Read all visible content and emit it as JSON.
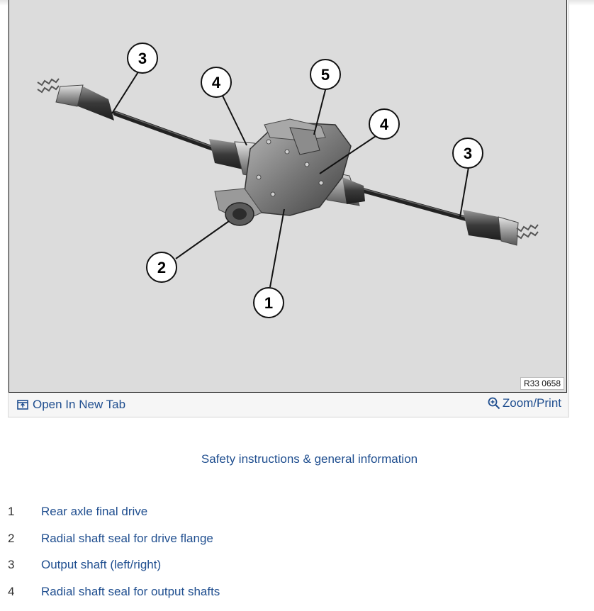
{
  "figure": {
    "reference_code": "R33 0658",
    "callouts": [
      "3",
      "4",
      "5",
      "4",
      "3",
      "2",
      "1"
    ]
  },
  "actions": {
    "open_new_tab": "Open In New Tab",
    "zoom_print": "Zoom/Print",
    "open_new_tab_icon": "external-tab-icon",
    "zoom_icon": "magnifier-plus-icon"
  },
  "safety_link": "Safety instructions & general information",
  "legend": [
    {
      "num": "1",
      "label": "Rear axle final drive"
    },
    {
      "num": "2",
      "label": "Radial shaft seal for drive flange"
    },
    {
      "num": "3",
      "label": "Output shaft (left/right)"
    },
    {
      "num": "4",
      "label": "Radial shaft seal for output shafts"
    }
  ],
  "colors": {
    "link": "#1f4e8f",
    "diagram_background": "#dcdcdc"
  }
}
